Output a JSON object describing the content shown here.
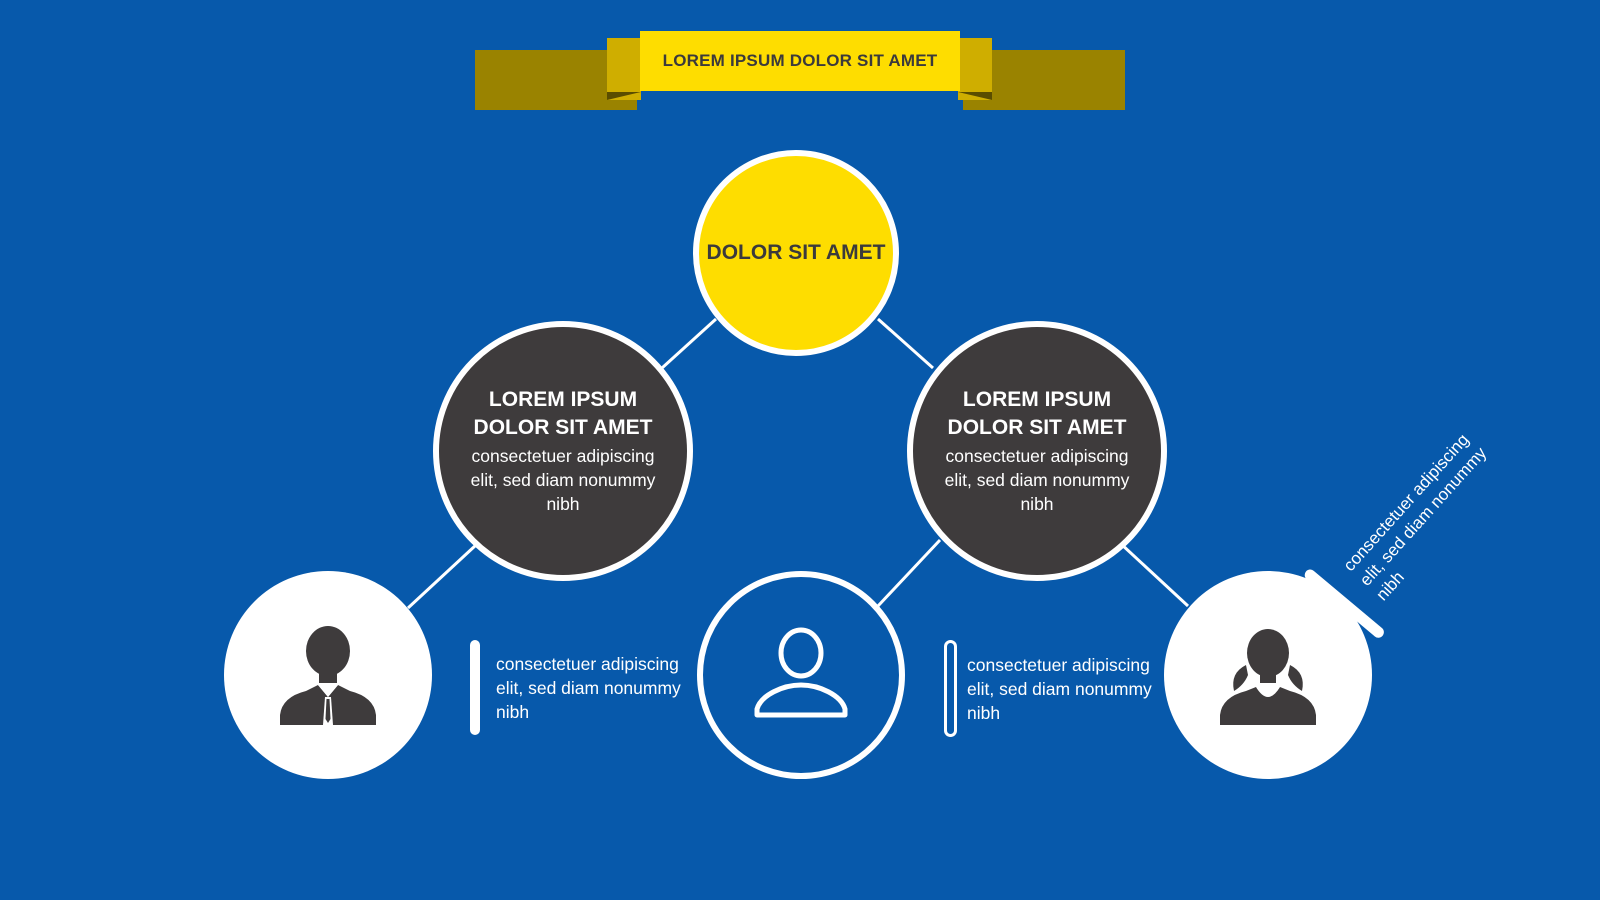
{
  "banner": {
    "title": "LOREM IPSUM DOLOR SIT AMET"
  },
  "top_node": {
    "label": "DOLOR SIT AMET"
  },
  "left_node": {
    "title": "LOREM IPSUM DOLOR SIT AMET",
    "body": "consectetuer adipiscing elit, sed diam nonummy nibh"
  },
  "right_node": {
    "title": "LOREM IPSUM DOLOR SIT AMET",
    "body": "consectetuer adipiscing elit, sed diam nonummy nibh"
  },
  "notes": {
    "left": "consectetuer adipiscing elit, sed diam nonummy nibh",
    "middle": "consectetuer adipiscing elit, sed diam nonummy nibh",
    "right": "consectetuer adipiscing elit, sed diam nonummy nibh"
  },
  "icons": {
    "left": "businessman-icon",
    "middle": "user-outline-icon",
    "right": "businesswoman-icon"
  },
  "colors": {
    "background": "#0759ab",
    "accent": "#fedd00",
    "dark": "#3e3b3c",
    "white": "#ffffff"
  }
}
